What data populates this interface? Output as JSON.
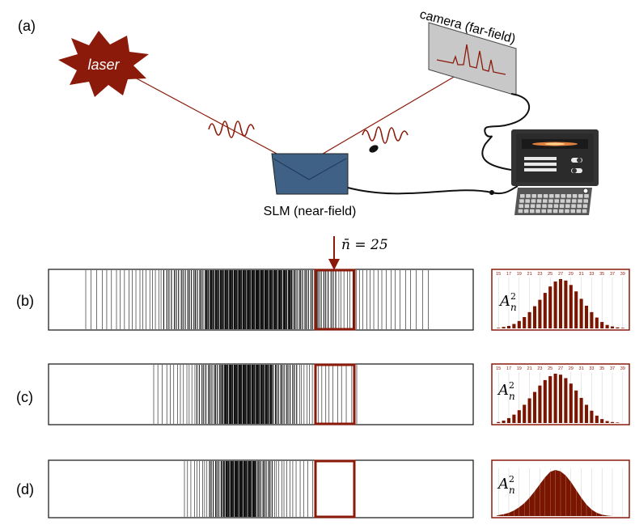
{
  "panel_labels": {
    "a": "(a)",
    "b": "(b)",
    "c": "(c)",
    "d": "(d)"
  },
  "setup": {
    "laser_label": "laser",
    "camera_label": "camera (far-field)",
    "slm_label": "SLM (near-field)"
  },
  "marker": {
    "label": "n̄ = 25"
  },
  "amplitude_label": {
    "base": "A",
    "sup": "2",
    "sub": "n"
  },
  "axis_ticks": [
    "15",
    "17",
    "19",
    "21",
    "23",
    "25",
    "27",
    "29",
    "31",
    "33",
    "35",
    "37",
    "39"
  ],
  "colors": {
    "beam": "#8b1a0a",
    "highlight": "#8b1a0a",
    "bar": "#7a1500",
    "slm": "#3f6185",
    "camera": "#c8c8c8",
    "laser": "#8b1a0a"
  },
  "chart_data": [
    {
      "panel": "(b)",
      "type": "bar",
      "x": [
        15,
        16,
        17,
        18,
        19,
        20,
        21,
        22,
        23,
        24,
        25,
        26,
        27,
        28,
        29,
        30,
        31,
        32,
        33,
        34,
        35,
        36,
        37,
        38,
        39
      ],
      "values": [
        0.01,
        0.03,
        0.05,
        0.09,
        0.15,
        0.23,
        0.33,
        0.45,
        0.58,
        0.72,
        0.85,
        0.95,
        1.0,
        0.97,
        0.88,
        0.75,
        0.6,
        0.46,
        0.33,
        0.22,
        0.13,
        0.07,
        0.04,
        0.02,
        0.01
      ]
    },
    {
      "panel": "(c)",
      "type": "bar",
      "x": [
        15,
        16,
        17,
        18,
        19,
        20,
        21,
        22,
        23,
        24,
        25,
        26,
        27,
        28,
        29,
        30,
        31,
        32,
        33,
        34,
        35,
        36,
        37,
        38,
        39
      ],
      "values": [
        0.02,
        0.05,
        0.1,
        0.17,
        0.26,
        0.37,
        0.5,
        0.63,
        0.76,
        0.87,
        0.95,
        1.0,
        0.98,
        0.91,
        0.8,
        0.66,
        0.51,
        0.37,
        0.25,
        0.15,
        0.08,
        0.04,
        0.02,
        0.01,
        0.0
      ]
    },
    {
      "panel": "(d)",
      "type": "area",
      "x": [
        15,
        16,
        17,
        18,
        19,
        20,
        21,
        22,
        23,
        24,
        25,
        26,
        27,
        28,
        29,
        30,
        31,
        32,
        33,
        34,
        35,
        36,
        37,
        38,
        39
      ],
      "values": [
        0.02,
        0.04,
        0.07,
        0.12,
        0.19,
        0.28,
        0.4,
        0.54,
        0.69,
        0.84,
        0.96,
        1.0,
        0.97,
        0.88,
        0.74,
        0.57,
        0.4,
        0.25,
        0.14,
        0.07,
        0.03,
        0.01,
        0.0,
        0.0,
        0.0
      ]
    }
  ]
}
